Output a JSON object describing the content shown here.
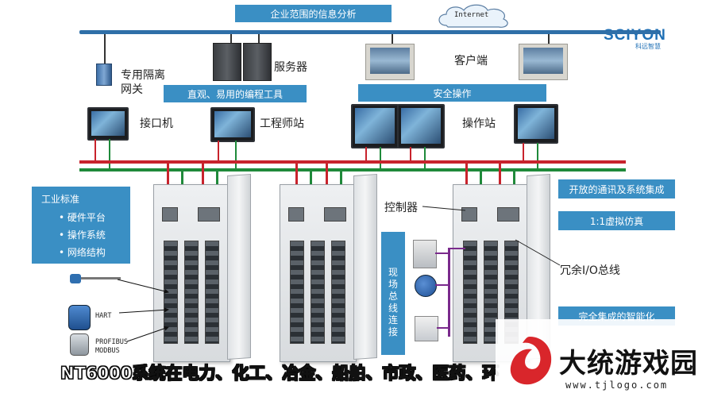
{
  "top": {
    "analysis_banner": "企业范围的信息分析",
    "internet_label": "Internet",
    "brand_name": "SCIYON",
    "brand_sub": "科远智慧"
  },
  "labels": {
    "gateway": "专用隔离\n网关",
    "server": "服务器",
    "client": "客户端",
    "interface": "接口机",
    "engineer": "工程师站",
    "operator": "操作站",
    "controller": "控制器",
    "redundant_io": "冗余I/O总线",
    "hart": "HART",
    "profibus": "PROFIBUS",
    "modbus": "MODBUS"
  },
  "banners": {
    "programming_tools": "直观、易用的编程工具",
    "safety_ops": "安全操作",
    "open_comms": "开放的通讯及系统集成",
    "virtual_sim": "1:1虚拟仿真",
    "intelligent": "完全集成的智能化"
  },
  "industry_box": {
    "title": "工业标准",
    "items": [
      "硬件平台",
      "操作系统",
      "网络结构"
    ]
  },
  "fieldbus_box": "现场总线连接",
  "caption": "NT6000系统在电力、化工、冶金、船舶、市政、医药、环",
  "watermark": {
    "title": "大统游戏园",
    "url": "www.tjlogo.com"
  },
  "colors": {
    "banner_blue": "#3a8fc4",
    "bus_red": "#c8232c",
    "bus_green": "#1f8a3a",
    "top_bus": "#2f6fa8",
    "purple": "#7a2a8c"
  }
}
